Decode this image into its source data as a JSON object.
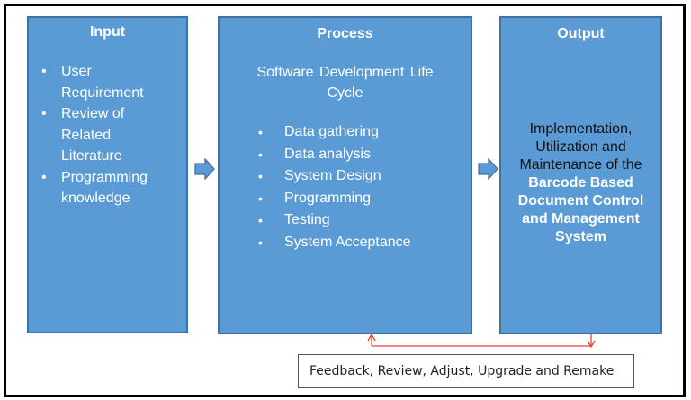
{
  "diagram": {
    "type": "input-process-output",
    "colors": {
      "box_fill": "#5b9bd5",
      "box_border": "#41719c",
      "feedback_line": "#e8413c",
      "frame": "#000000"
    },
    "input": {
      "title": "Input",
      "items": [
        "User Requirement",
        "Review of Related Literature",
        "Programming knowledge"
      ]
    },
    "process": {
      "title": "Process",
      "subtitle": "Software Development Life Cycle",
      "items": [
        "Data gathering",
        "Data analysis",
        "System Design",
        "Programming",
        "Testing",
        "System Acceptance"
      ]
    },
    "output": {
      "title": "Output",
      "text_plain": "Implementation, Utilization and Maintenance of the",
      "text_bold": "Barcode Based Document Control and Management System"
    },
    "feedback": {
      "label": "Feedback, Review, Adjust, Upgrade and Remake"
    }
  }
}
